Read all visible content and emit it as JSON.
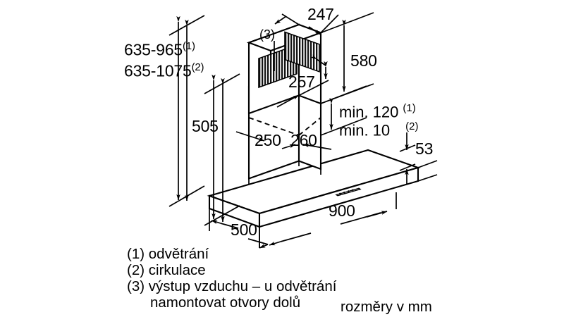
{
  "drawing": {
    "title": "Cooker hood installation dimension drawing",
    "units_note": "rozměry v mm",
    "stroke_color": "#000000",
    "background_color": "#ffffff",
    "hatch_color": "#1a1a1a"
  },
  "dimensions": {
    "height_range_vent": "635-965",
    "height_range_vent_ref": "(1)",
    "height_range_recirc": "635-1075",
    "height_range_recirc_ref": "(2)",
    "chimney_lower_height": "505",
    "chimney_upper_depth": "247",
    "chimney_upper_height": "580",
    "chimney_front_height": "257",
    "chimney_lower_width_left": "250",
    "chimney_lower_width_right": "260",
    "min_clearance_vent": "min. 120",
    "min_clearance_vent_ref": "(1)",
    "min_clearance_recirc": "min. 10",
    "min_clearance_recirc_ref": "(2)",
    "canopy_thickness": "53",
    "canopy_width": "900",
    "canopy_depth": "500",
    "air_outlet_tag": "(3)"
  },
  "legend": {
    "items": [
      {
        "marker": "(1)",
        "text": "odvětrání"
      },
      {
        "marker": "(2)",
        "text": "cirkulace"
      },
      {
        "marker": "(3)",
        "text": "výstup vzduchu – u odvětrání"
      }
    ],
    "continuation": "namontovat otvory dolů",
    "units": "rozměry v mm"
  }
}
